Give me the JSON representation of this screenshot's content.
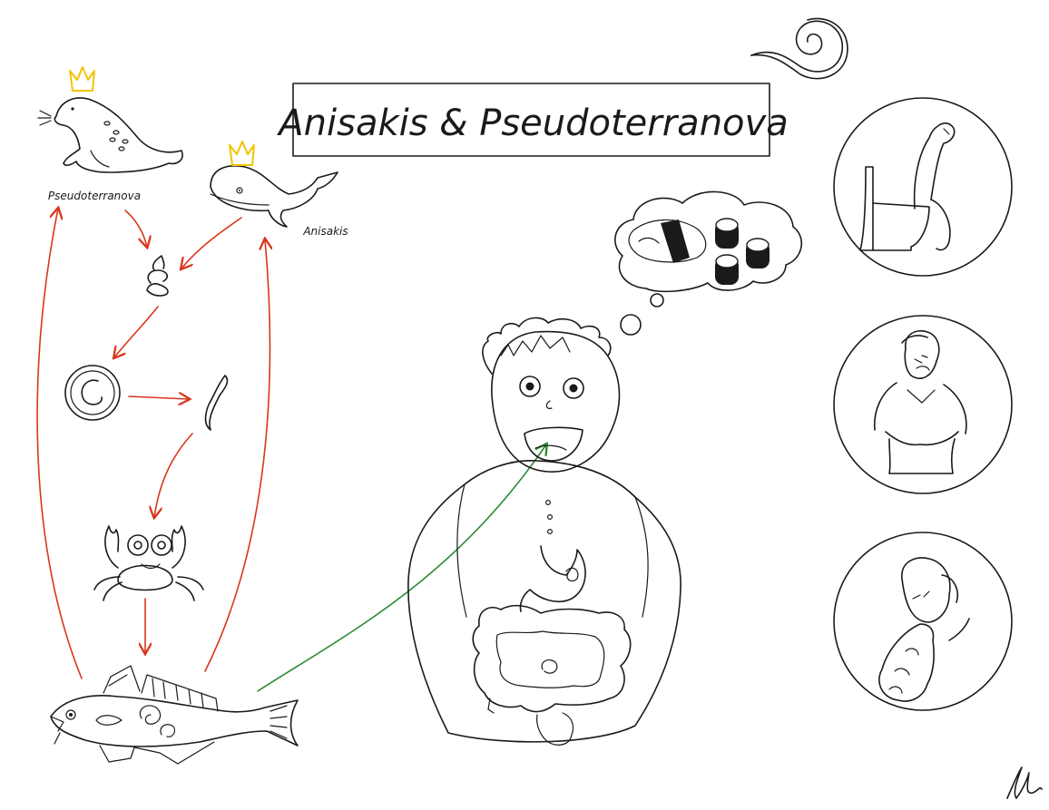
{
  "title": "Anisakis & Pseudoterranova",
  "labels": {
    "seal": "Pseudoterranova",
    "whale": "Anisakis"
  },
  "colors": {
    "ink": "#1a1a1a",
    "lifecycle_arrows": "#d9361d",
    "infection_arrow": "#2c8a34",
    "crowns": "#f2c300"
  },
  "icons": [
    "seal-icon",
    "whale-icon",
    "crown-icon",
    "feces-icon",
    "egg-icon",
    "larva-icon",
    "crab-icon",
    "fish-icon",
    "person-icon",
    "sushi-thought-icon",
    "worm-icon",
    "toilet-diarrhea-icon",
    "abdominal-pain-icon",
    "vomiting-icon",
    "signature-icon"
  ]
}
